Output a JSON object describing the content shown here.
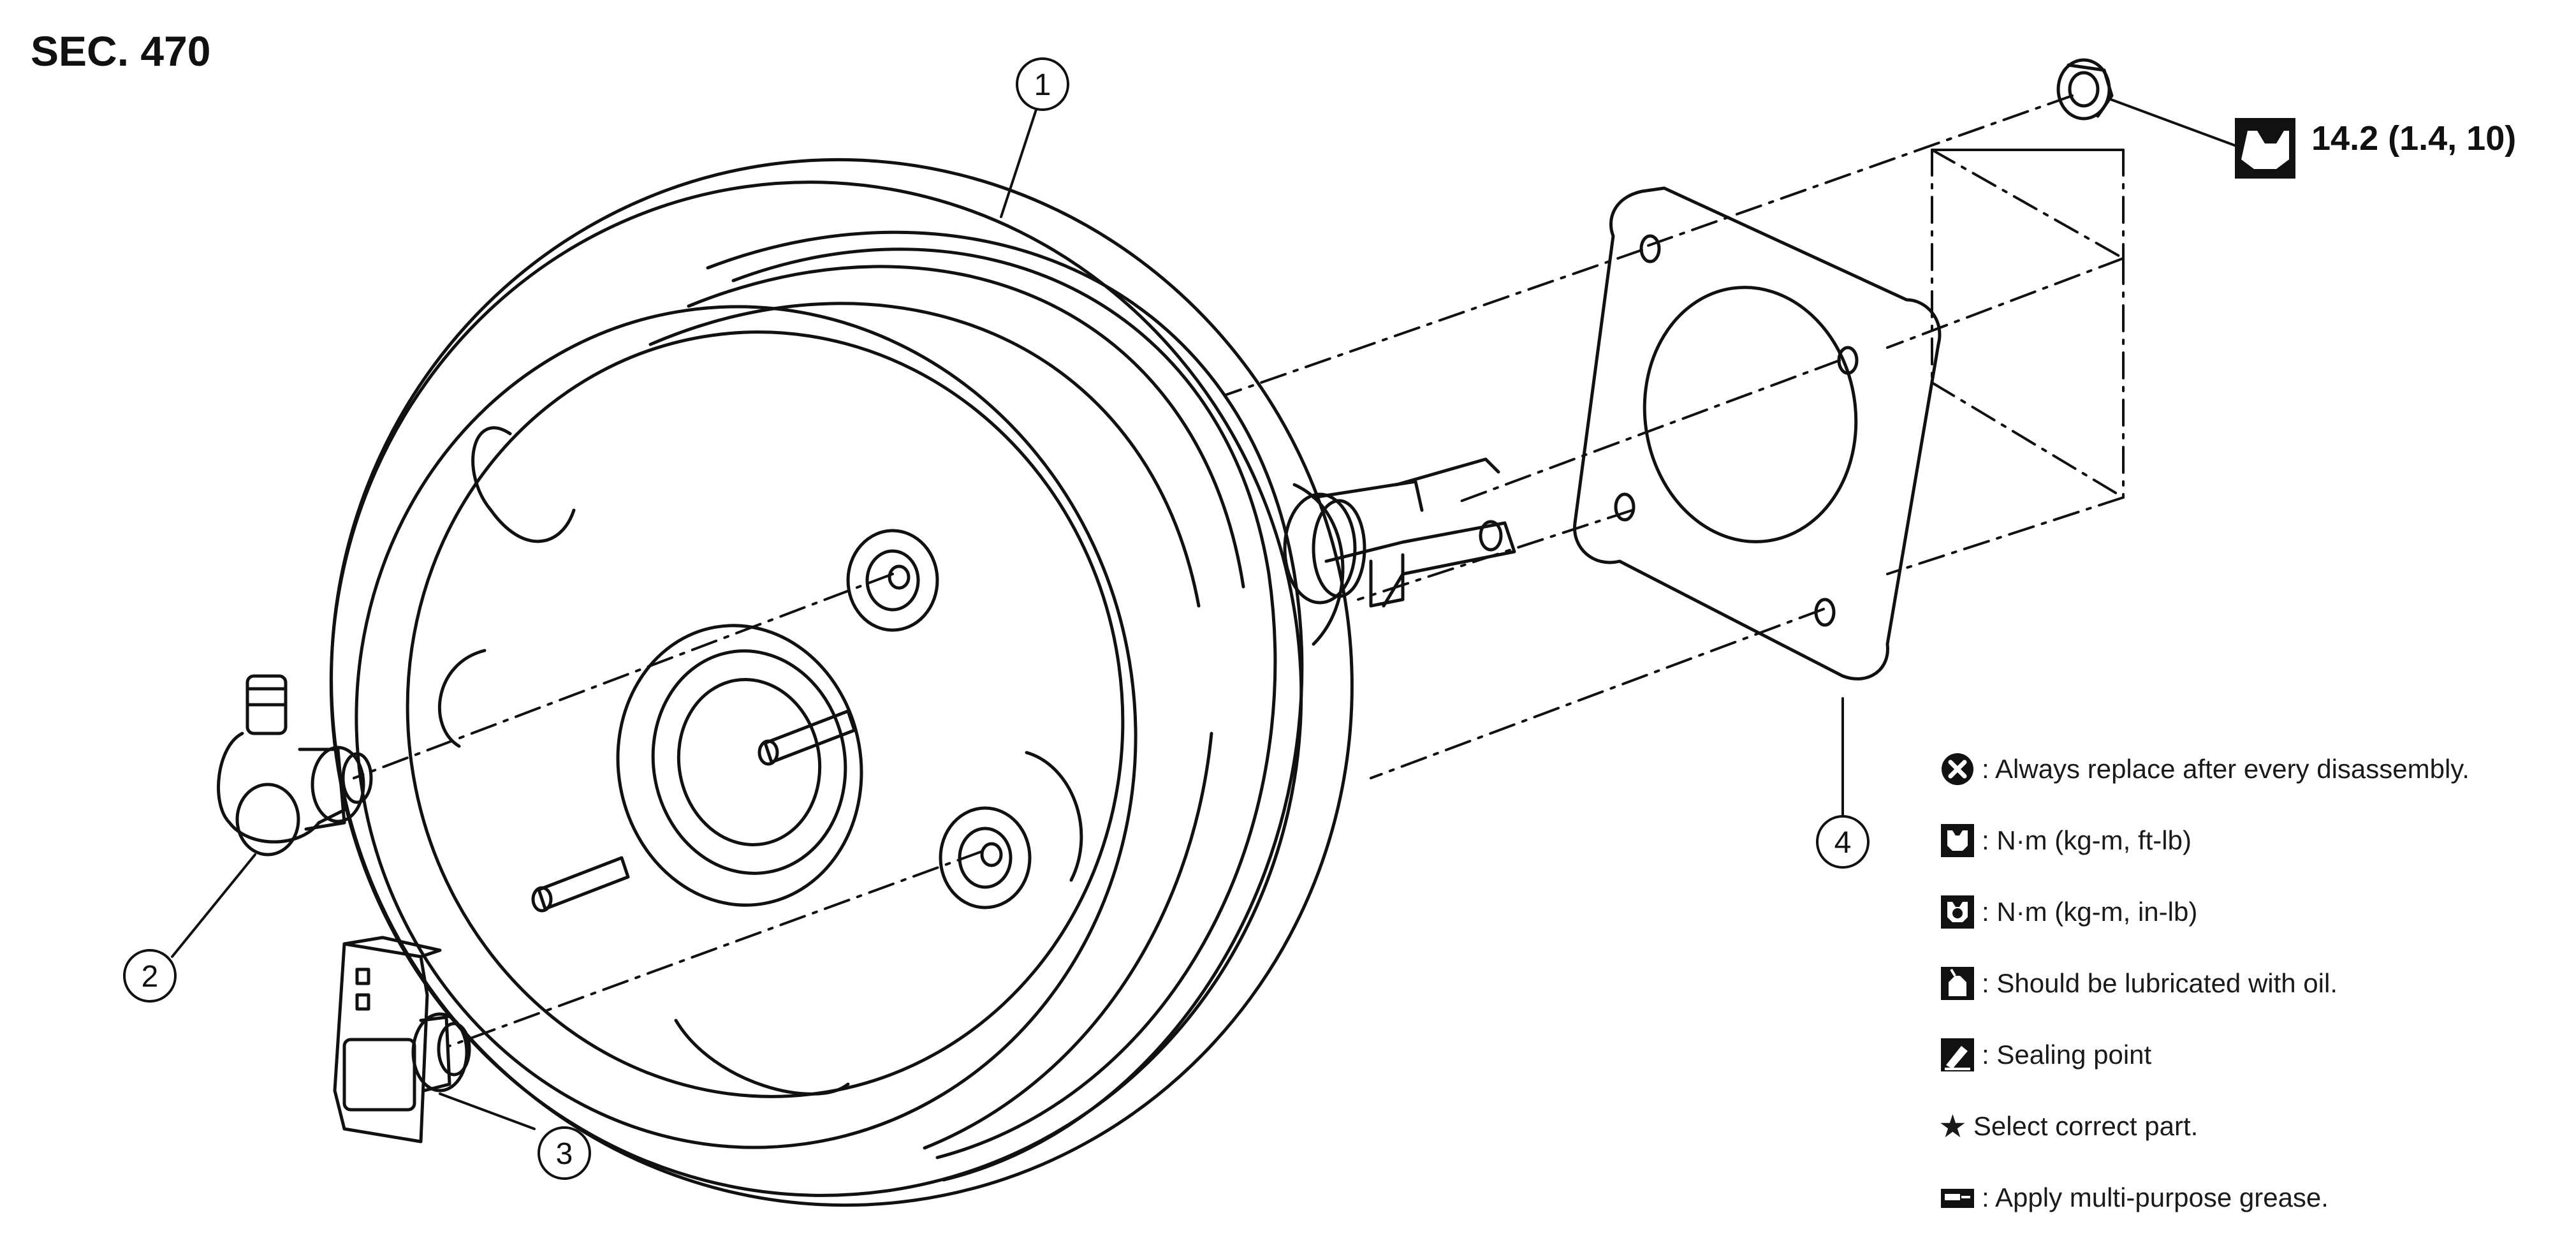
{
  "section": "SEC. 470",
  "callouts": [
    "1",
    "2",
    "3",
    "4"
  ],
  "torque_spec": "14.2 (1.4, 10)",
  "legend": {
    "replace": ": Always replace after every disassembly.",
    "torque_ftlb": ": N·m (kg-m, ft-lb)",
    "torque_inlb": ": N·m (kg-m, in-lb)",
    "oil": ": Should be lubricated with oil.",
    "sealing": ": Sealing point",
    "select": "Select correct part.",
    "grease": ": Apply multi-purpose grease."
  },
  "icons": {
    "replace": "x-circle-icon",
    "torque_ftlb": "wrench-socket-icon",
    "torque_inlb": "wrench-socket-filled-icon",
    "oil": "oil-can-icon",
    "sealing": "sealant-tube-icon",
    "select": "star-icon",
    "grease": "grease-gun-icon"
  }
}
